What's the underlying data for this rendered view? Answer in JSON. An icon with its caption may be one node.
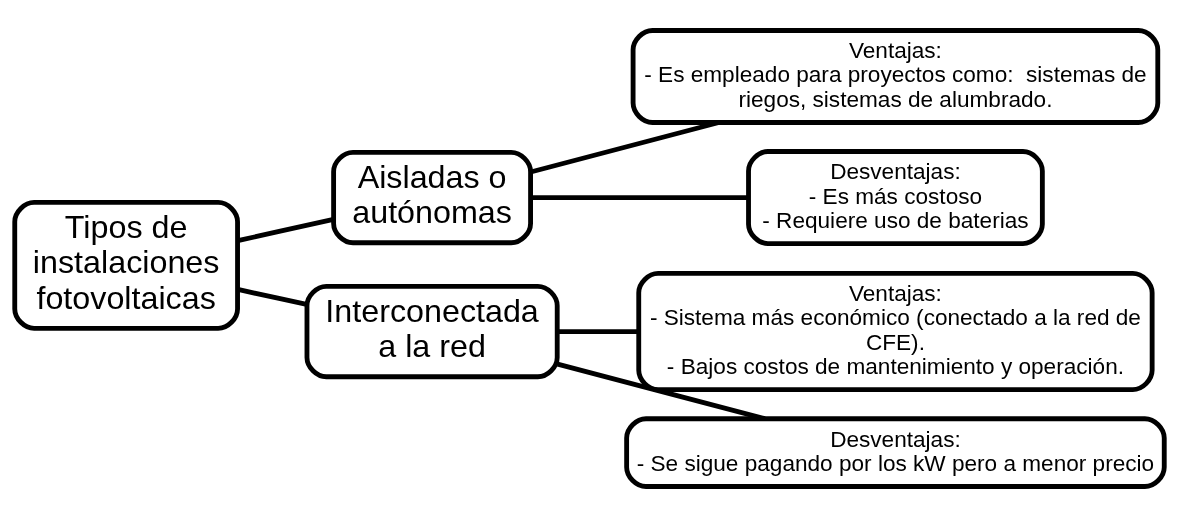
{
  "diagram": {
    "nodes": [
      {
        "text": [
          "Tipos de instalaciones fotovoltaicas"
        ]
      },
      {
        "text": [
          "Aisladas o autónomas"
        ]
      },
      {
        "text": [
          "Interconectada a la red"
        ]
      },
      {
        "text": [
          "Ventajas:",
          "- Es empleado para proyectos como:  sistemas de riegos, sistemas de alumbrado."
        ]
      },
      {
        "text": [
          "Desventajas:",
          "- Es más costoso",
          "- Requiere uso de baterias"
        ]
      },
      {
        "text": [
          "Ventajas:",
          "- Sistema más económico (conectado a la red de CFE).",
          "- Bajos costos de mantenimiento y operación."
        ]
      },
      {
        "text": [
          "Desventajas:",
          "- Se sigue pagando por los kW pero a menor precio"
        ]
      }
    ],
    "edges": [
      {
        "from": 0,
        "to": 1,
        "arrow": "none"
      },
      {
        "from": 0,
        "to": 2,
        "arrow": "none"
      },
      {
        "from": 1,
        "to": 3,
        "arrow": "none"
      },
      {
        "from": 1,
        "to": 4,
        "arrow": "none"
      },
      {
        "from": 2,
        "to": 5,
        "arrow": "none"
      },
      {
        "from": 2,
        "to": 6,
        "arrow": "none"
      }
    ]
  }
}
